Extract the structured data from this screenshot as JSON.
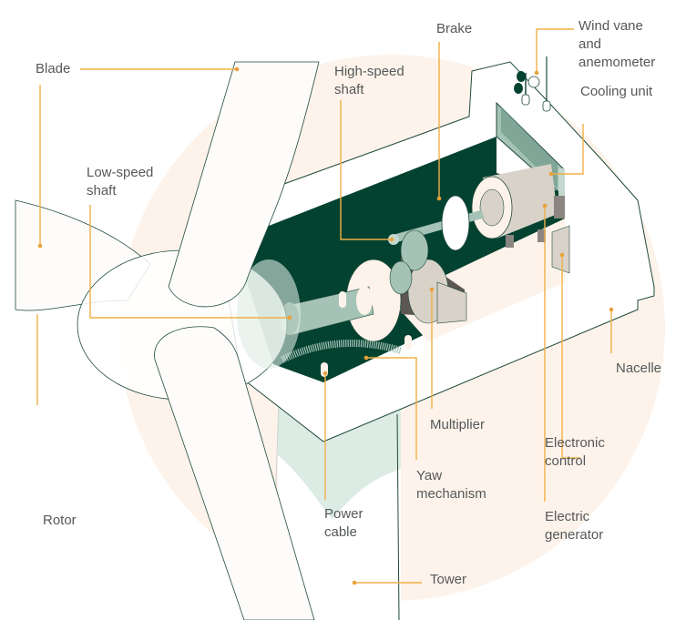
{
  "diagram": {
    "title": "Wind turbine components",
    "colors": {
      "leader": "#f0b046",
      "leader_dot": "#e9a23b",
      "outline": "#1f4a3b",
      "dark_green": "#034230",
      "light_green": "#a4c2b5",
      "pale_green": "#dcebe3",
      "peach": "#fdf3ea",
      "beige": "#d8d2c9",
      "gray": "#8b8681",
      "text": "#55585a"
    },
    "labels": {
      "blade": "Blade",
      "high_speed_shaft": "High-speed\nshaft",
      "brake": "Brake",
      "wind_vane": "Wind vane\nand\nanemometer",
      "cooling_unit": "Cooling unit",
      "low_speed_shaft": "Low-speed\nshaft",
      "nacelle": "Nacelle",
      "multiplier": "Multiplier",
      "electronic_control": "Electronic\ncontrol",
      "yaw_mechanism": "Yaw\nmechanism",
      "power_cable": "Power\ncable",
      "electric_generator": "Electric\ngenerator",
      "rotor": "Rotor",
      "tower": "Tower"
    }
  }
}
